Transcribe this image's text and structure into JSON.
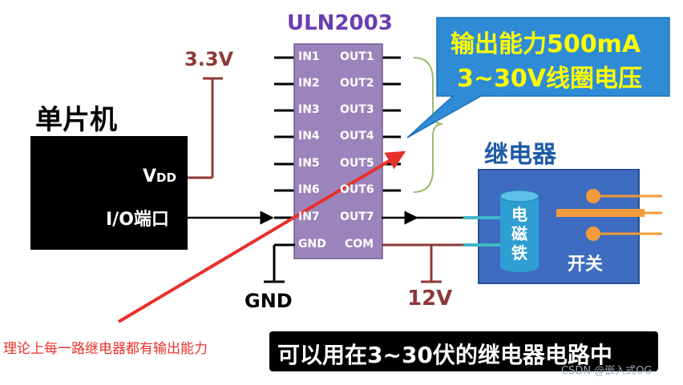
{
  "chip": {
    "title": "ULN2003",
    "inputs": [
      "IN1",
      "IN2",
      "IN3",
      "IN4",
      "IN5",
      "IN6",
      "IN7",
      "GND"
    ],
    "outputs": [
      "OUT1",
      "OUT2",
      "OUT3",
      "OUT4",
      "OUT5",
      "OUT6",
      "OUT7",
      "COM"
    ]
  },
  "mcu": {
    "title": "单片机",
    "vdd": "V",
    "vdd_sub": "DD",
    "io": "I/O端口"
  },
  "supply": {
    "v33": "3.3V",
    "v12": "12V",
    "gnd": "GND"
  },
  "callout": {
    "line1": "输出能力500mA",
    "line2": "3~30V线圈电压"
  },
  "relay": {
    "title": "继电器",
    "coil": [
      "电",
      "磁",
      "铁"
    ],
    "switch": "开关"
  },
  "annotation": "理论上每一路继电器都有输出能力",
  "subtitle": "可以用在3~30伏的继电器电路中",
  "watermark": "CSDN @嵌入式OG",
  "colors": {
    "chip_fill": "#9b84bb",
    "chip_text": "#ffffff",
    "title_purple": "#6a3db0",
    "supply_red": "#8b3a3a",
    "callout_fill": "#2f8bd6",
    "callout_text": "#ffff00",
    "relay_fill": "#3e6cc0",
    "arrow_red": "#e8302a",
    "contact_orange": "#f39a3a",
    "brace_green": "#9abb6e"
  }
}
